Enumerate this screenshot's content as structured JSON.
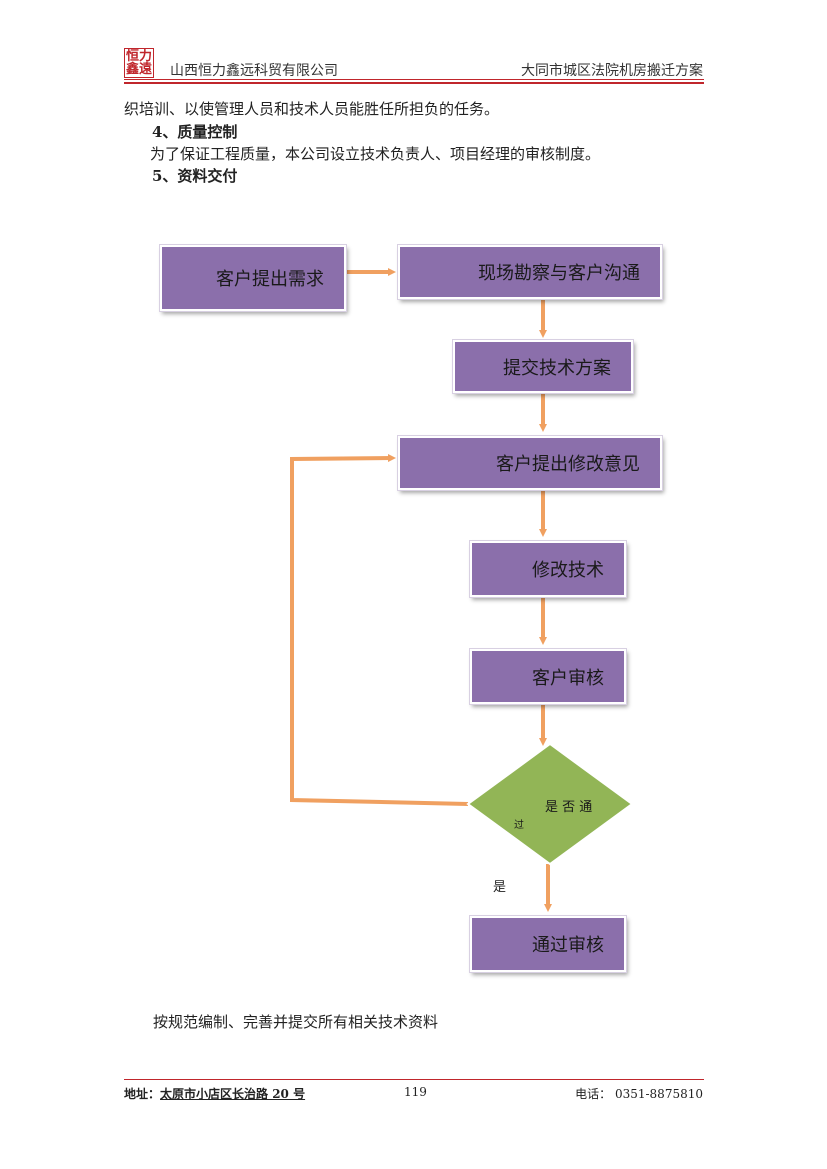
{
  "header": {
    "logo_line1": "恒力",
    "logo_line2": "鑫遠",
    "company": "山西恒力鑫远科贸有限公司",
    "doc_title": "大同市城区法院机房搬迁方案"
  },
  "body": {
    "line1": "织培训、以使管理人员和技术人员能胜任所担负的任务。",
    "heading4": "4、质量控制",
    "line2": "为了保证工程质量，本公司设立技术负责人、项目经理的审核制度。",
    "heading5": "5、资料交付",
    "closing": "按规范编制、完善并提交所有相关技术资料"
  },
  "flowchart": {
    "colors": {
      "node_fill": "#8b6fab",
      "arrow": "#f0a060",
      "decision_fill": "#92b556"
    },
    "nodes": {
      "n1": "客户提出需求",
      "n2": "现场勘察与客户沟通",
      "n3": "提交技术方案",
      "n4": "客户提出修改意见",
      "n5": "修改技术",
      "n6": "客户审核",
      "n7": "通过审核"
    },
    "decision_line1": "是 否 通",
    "decision_line2": "过",
    "yes_label": "是"
  },
  "footer": {
    "address_label": "地址：",
    "address": "太原市小店区长治路 20 号",
    "page": "119",
    "phone_label": "电话：",
    "phone": "0351-8875810"
  }
}
